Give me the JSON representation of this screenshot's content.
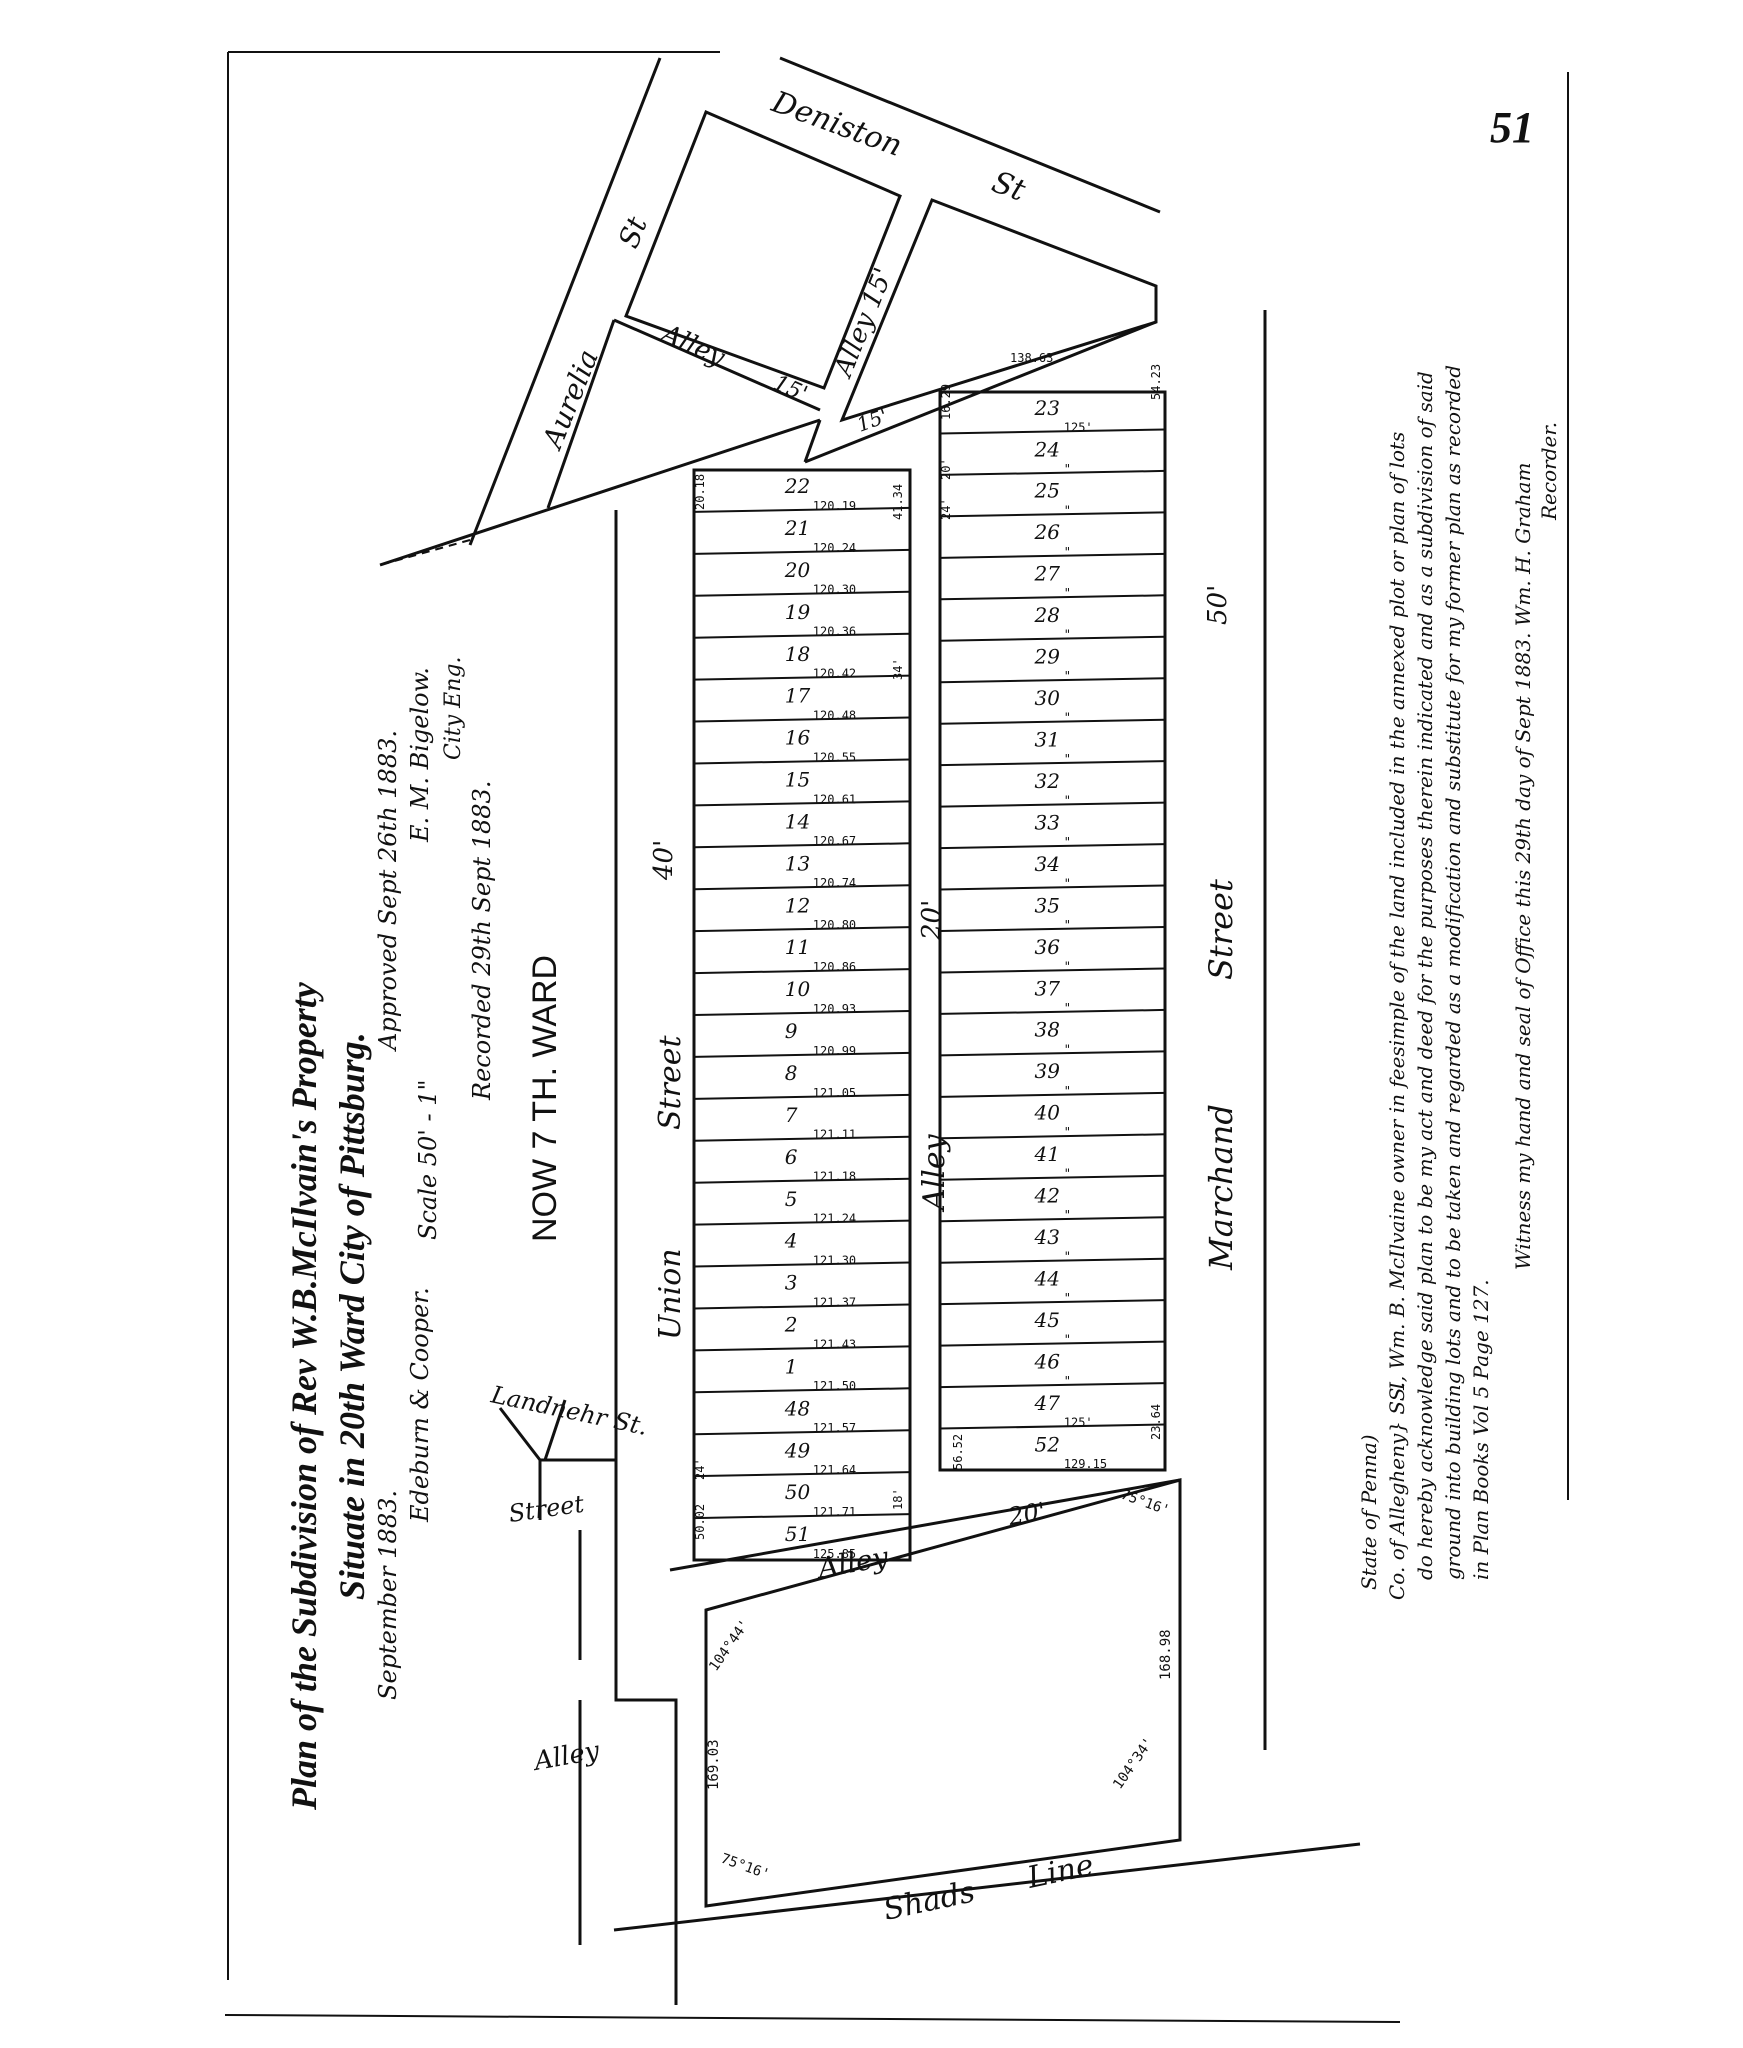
{
  "page_number": "51",
  "title": {
    "line1": "Plan of the Subdivision of Rev W.B.McIlvain's Property",
    "line2": "Situate in 20th Ward City of Pittsburg.",
    "date": "September 1883.",
    "surveyors": "Edeburn & Cooper.",
    "scale": "Scale 50' - 1\"",
    "approved": "Approved Sept 26th 1883.",
    "engineer": "E. M. Bigelow.",
    "engineer_title": "City Eng.",
    "recorded": "Recorded 29th Sept 1883.",
    "ward_stamp": "NOW 7 TH. WARD"
  },
  "streets": {
    "deniston": "Deniston",
    "deniston_st": "St",
    "aurelia": "Aurelia",
    "aurelia_st": "St",
    "alley_top_h": "Alley",
    "alley_top_h_width": "15'",
    "alley_top_v": "Alley 15'",
    "alley_gap": "15'",
    "union_street": "Union",
    "union_street2": "Street",
    "union_width": "40'",
    "middle_alley": "Alley",
    "middle_alley_width": "20'",
    "marchand": "Marchand",
    "marchand2": "Street",
    "marchand_width": "50'",
    "landlehr": "Landnehr St.",
    "street_stub": "Street",
    "alley_left": "Alley",
    "lower_alley": "Alley",
    "lower_alley_width": "20'",
    "shads": "Shads",
    "shads2": "Line"
  },
  "left_lots": [
    {
      "no": "22",
      "depth": "120.19"
    },
    {
      "no": "21",
      "depth": "120.24"
    },
    {
      "no": "20",
      "depth": "120.30"
    },
    {
      "no": "19",
      "depth": "120.36"
    },
    {
      "no": "18",
      "depth": "120.42"
    },
    {
      "no": "17",
      "depth": "120.48"
    },
    {
      "no": "16",
      "depth": "120.55"
    },
    {
      "no": "15",
      "depth": "120.61"
    },
    {
      "no": "14",
      "depth": "120.67"
    },
    {
      "no": "13",
      "depth": "120.74"
    },
    {
      "no": "12",
      "depth": "120.80"
    },
    {
      "no": "11",
      "depth": "120.86"
    },
    {
      "no": "10",
      "depth": "120.93"
    },
    {
      "no": "9",
      "depth": "120.99"
    },
    {
      "no": "8",
      "depth": "121.05"
    },
    {
      "no": "7",
      "depth": "121.11"
    },
    {
      "no": "6",
      "depth": "121.18"
    },
    {
      "no": "5",
      "depth": "121.24"
    },
    {
      "no": "4",
      "depth": "121.30"
    },
    {
      "no": "3",
      "depth": "121.37"
    },
    {
      "no": "2",
      "depth": "121.43"
    },
    {
      "no": "1",
      "depth": "121.50"
    },
    {
      "no": "48",
      "depth": "121.57"
    },
    {
      "no": "49",
      "depth": "121.64"
    },
    {
      "no": "50",
      "depth": "121.71"
    },
    {
      "no": "51",
      "depth": "125.85"
    }
  ],
  "right_lots": [
    {
      "no": "23",
      "depth": "125'"
    },
    {
      "no": "24",
      "depth": "\""
    },
    {
      "no": "25",
      "depth": "\""
    },
    {
      "no": "26",
      "depth": "\""
    },
    {
      "no": "27",
      "depth": "\""
    },
    {
      "no": "28",
      "depth": "\""
    },
    {
      "no": "29",
      "depth": "\""
    },
    {
      "no": "30",
      "depth": "\""
    },
    {
      "no": "31",
      "depth": "\""
    },
    {
      "no": "32",
      "depth": "\""
    },
    {
      "no": "33",
      "depth": "\""
    },
    {
      "no": "34",
      "depth": "\""
    },
    {
      "no": "35",
      "depth": "\""
    },
    {
      "no": "36",
      "depth": "\""
    },
    {
      "no": "37",
      "depth": "\""
    },
    {
      "no": "38",
      "depth": "\""
    },
    {
      "no": "39",
      "depth": "\""
    },
    {
      "no": "40",
      "depth": "\""
    },
    {
      "no": "41",
      "depth": "\""
    },
    {
      "no": "42",
      "depth": "\""
    },
    {
      "no": "43",
      "depth": "\""
    },
    {
      "no": "44",
      "depth": "\""
    },
    {
      "no": "45",
      "depth": "\""
    },
    {
      "no": "46",
      "depth": "\""
    },
    {
      "no": "47",
      "depth": "125'"
    },
    {
      "no": "52",
      "depth": "129.15"
    }
  ],
  "dims": {
    "lot23_top": "138.63",
    "lot23_right": "54.23",
    "lot24_left": "16.29",
    "left_top_left": "20.18",
    "left_top_right": "41.34",
    "lot52_left": "56.52",
    "lot52_right": "23.64",
    "lot51_left": "50.02",
    "frontage_20": "20'",
    "frontage_24": "24'",
    "frontage_18": "18'",
    "left_side": "34'",
    "big_tl_angle": "104°44'",
    "big_tr_angle": "75°16'",
    "big_left": "169.03",
    "big_right": "168.98",
    "big_br_angle": "104°34'",
    "big_bl_angle": "75°16'"
  },
  "certificate": {
    "state": "State of Penna)",
    "county": "Co. of Allegheny} SS.",
    "line1": "I, Wm. B. McIlvaine owner in feesimple of the land included in the annexed plot or plan of lots",
    "line2": "do hereby acknowledge said plan to be my act and deed for the purposes therein indicated and as a subdivision of said",
    "line3": "ground into building lots and to be taken and regarded as a modification and substitute for my former plan as recorded",
    "line4": "in Plan Books Vol 5 Page 127.",
    "witness": "Witness my hand and seal of Office this 29th day of Sept 1883. Wm. H. Graham",
    "recorder": "Recorder."
  }
}
